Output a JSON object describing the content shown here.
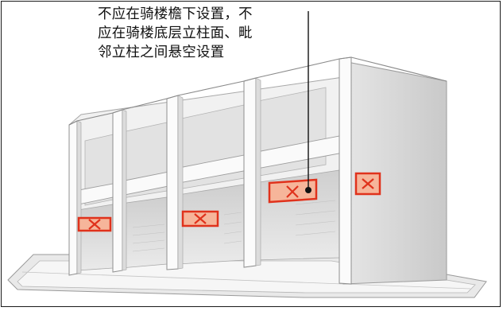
{
  "caption": {
    "line1": "不应在骑楼檐下设置，不",
    "line2": "应在骑楼底层立柱面、毗",
    "line3": "邻立柱之间悬空设置"
  },
  "colors": {
    "sign_outline": "#e0321c",
    "sign_fill": "#f6b59a",
    "cross": "#e0321c",
    "building_face": "#f4f4f4",
    "building_side": "#d7d7d7",
    "shadow": "#c8c8c8",
    "pointer": "#111111"
  },
  "icons": {
    "marker": "cross-mark-icon",
    "pointer_dot": "leader-dot-icon"
  }
}
